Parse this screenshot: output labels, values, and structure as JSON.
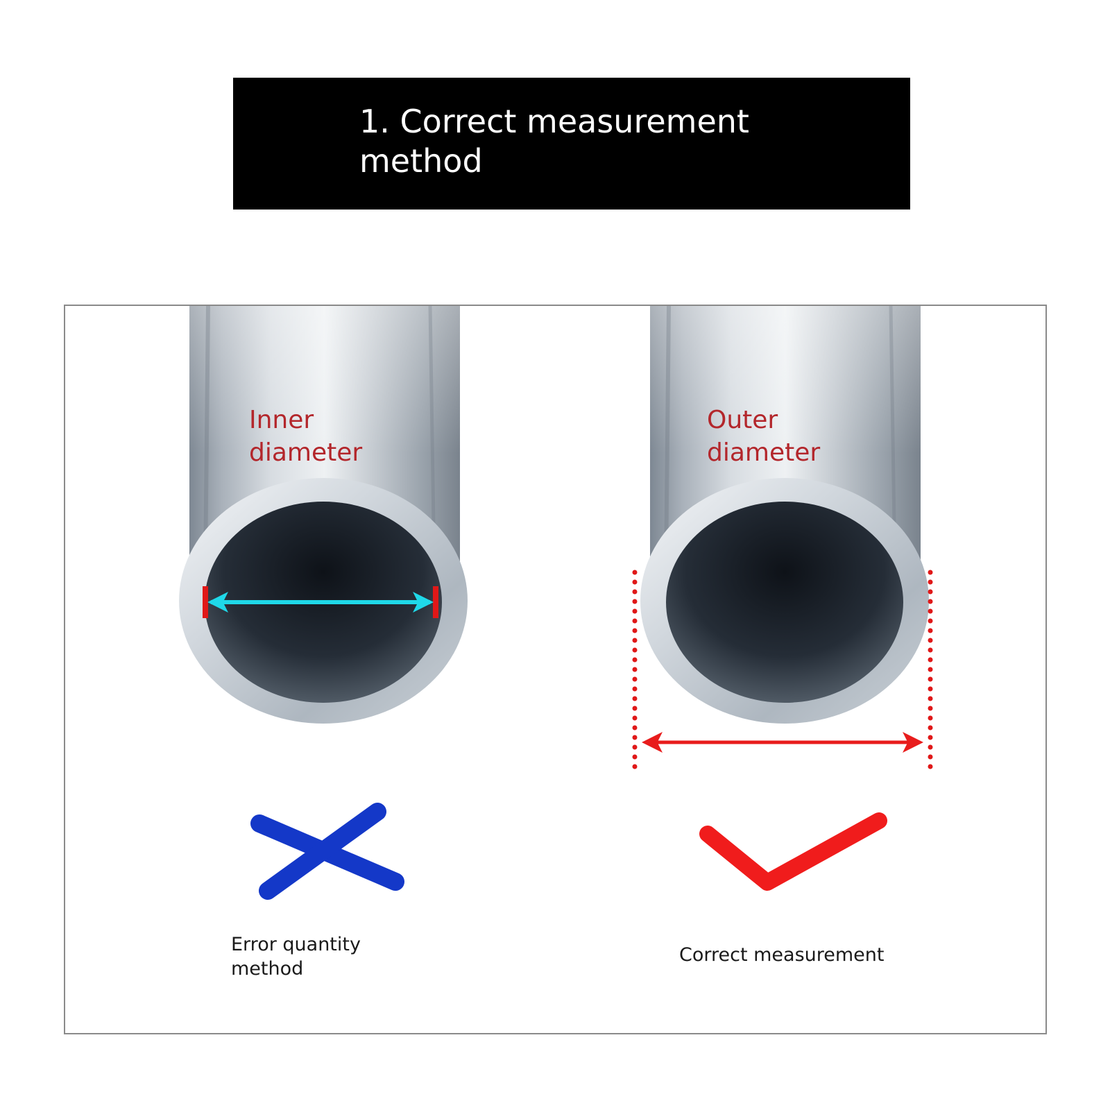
{
  "title": {
    "line1": "1. Correct measurement",
    "line2": "method"
  },
  "left_panel": {
    "label_line1": "Inner",
    "label_line2": "diameter",
    "label_color": "#b3262b",
    "arrow_color": "#1fd8e8",
    "marker_color": "#e01818",
    "verdict_icon": "cross-icon",
    "verdict_color": "#1438c8",
    "caption_line1": "Error quantity",
    "caption_line2": "method"
  },
  "right_panel": {
    "label_line1": "Outer",
    "label_line2": "diameter",
    "label_color": "#b3262b",
    "arrow_color": "#e81c1c",
    "guide_color": "#e01818",
    "verdict_icon": "check-icon",
    "verdict_color": "#f01c1c",
    "caption": "Correct measurement"
  }
}
